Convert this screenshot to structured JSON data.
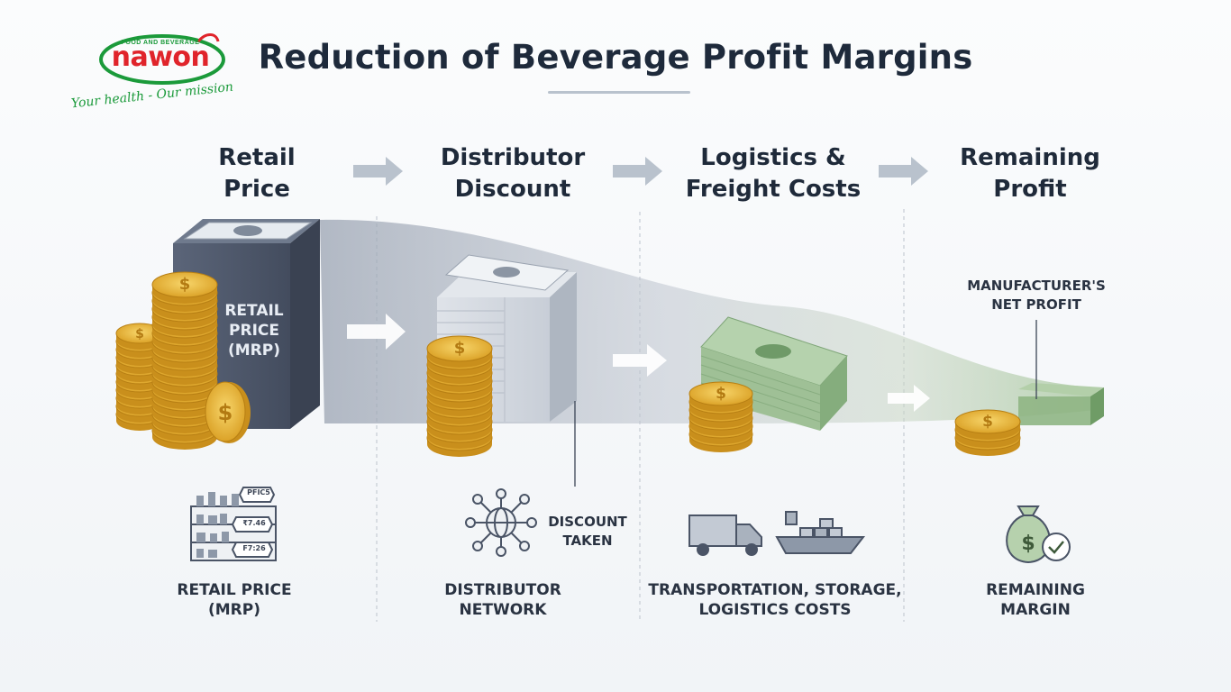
{
  "title": "Reduction of Beverage Profit Margins",
  "logo": {
    "top_text": "FOOD AND BEVERAGE",
    "name": "nawon",
    "slogan": "Your health - Our mission"
  },
  "stages": [
    {
      "title_line1": "Retail",
      "title_line2": "Price",
      "bar_label": [
        "RETAIL",
        "PRICE",
        "(MRP)"
      ],
      "caption": [
        "RETAIL PRICE",
        "(MRP)"
      ],
      "icon": "store-shelf-icon"
    },
    {
      "title_line1": "Distributor",
      "title_line2": "Discount",
      "caption": [
        "DISTRIBUTOR",
        "NETWORK"
      ],
      "icon": "network-globe-icon"
    },
    {
      "title_line1": "Logistics &",
      "title_line2": "Freight Costs",
      "caption": [
        "TRANSPORTATION, STORAGE,",
        "LOGISTICS COSTS"
      ],
      "icon": "truck-ship-icon"
    },
    {
      "title_line1": "Remaining",
      "title_line2": "Profit",
      "caption": [
        "REMAINING",
        "MARGIN"
      ],
      "icon": "money-bag-check-icon"
    }
  ],
  "annotations": {
    "discount_taken": [
      "DISCOUNT",
      "TAKEN"
    ],
    "net_profit": [
      "MANUFACTURER'S",
      "NET PROFIT"
    ]
  },
  "shelf_price_tags": [
    "PFIC5",
    "₹7.46",
    "F7:26"
  ],
  "colors": {
    "bar_dark": "#4a5468",
    "bar_mid": "#b7bfca",
    "bar_green": "#7fa97a",
    "coin_gold": "#e8b83a",
    "money_green": "#a8c9a0",
    "logo_red": "#e0242b",
    "logo_green": "#1b9a3a"
  }
}
